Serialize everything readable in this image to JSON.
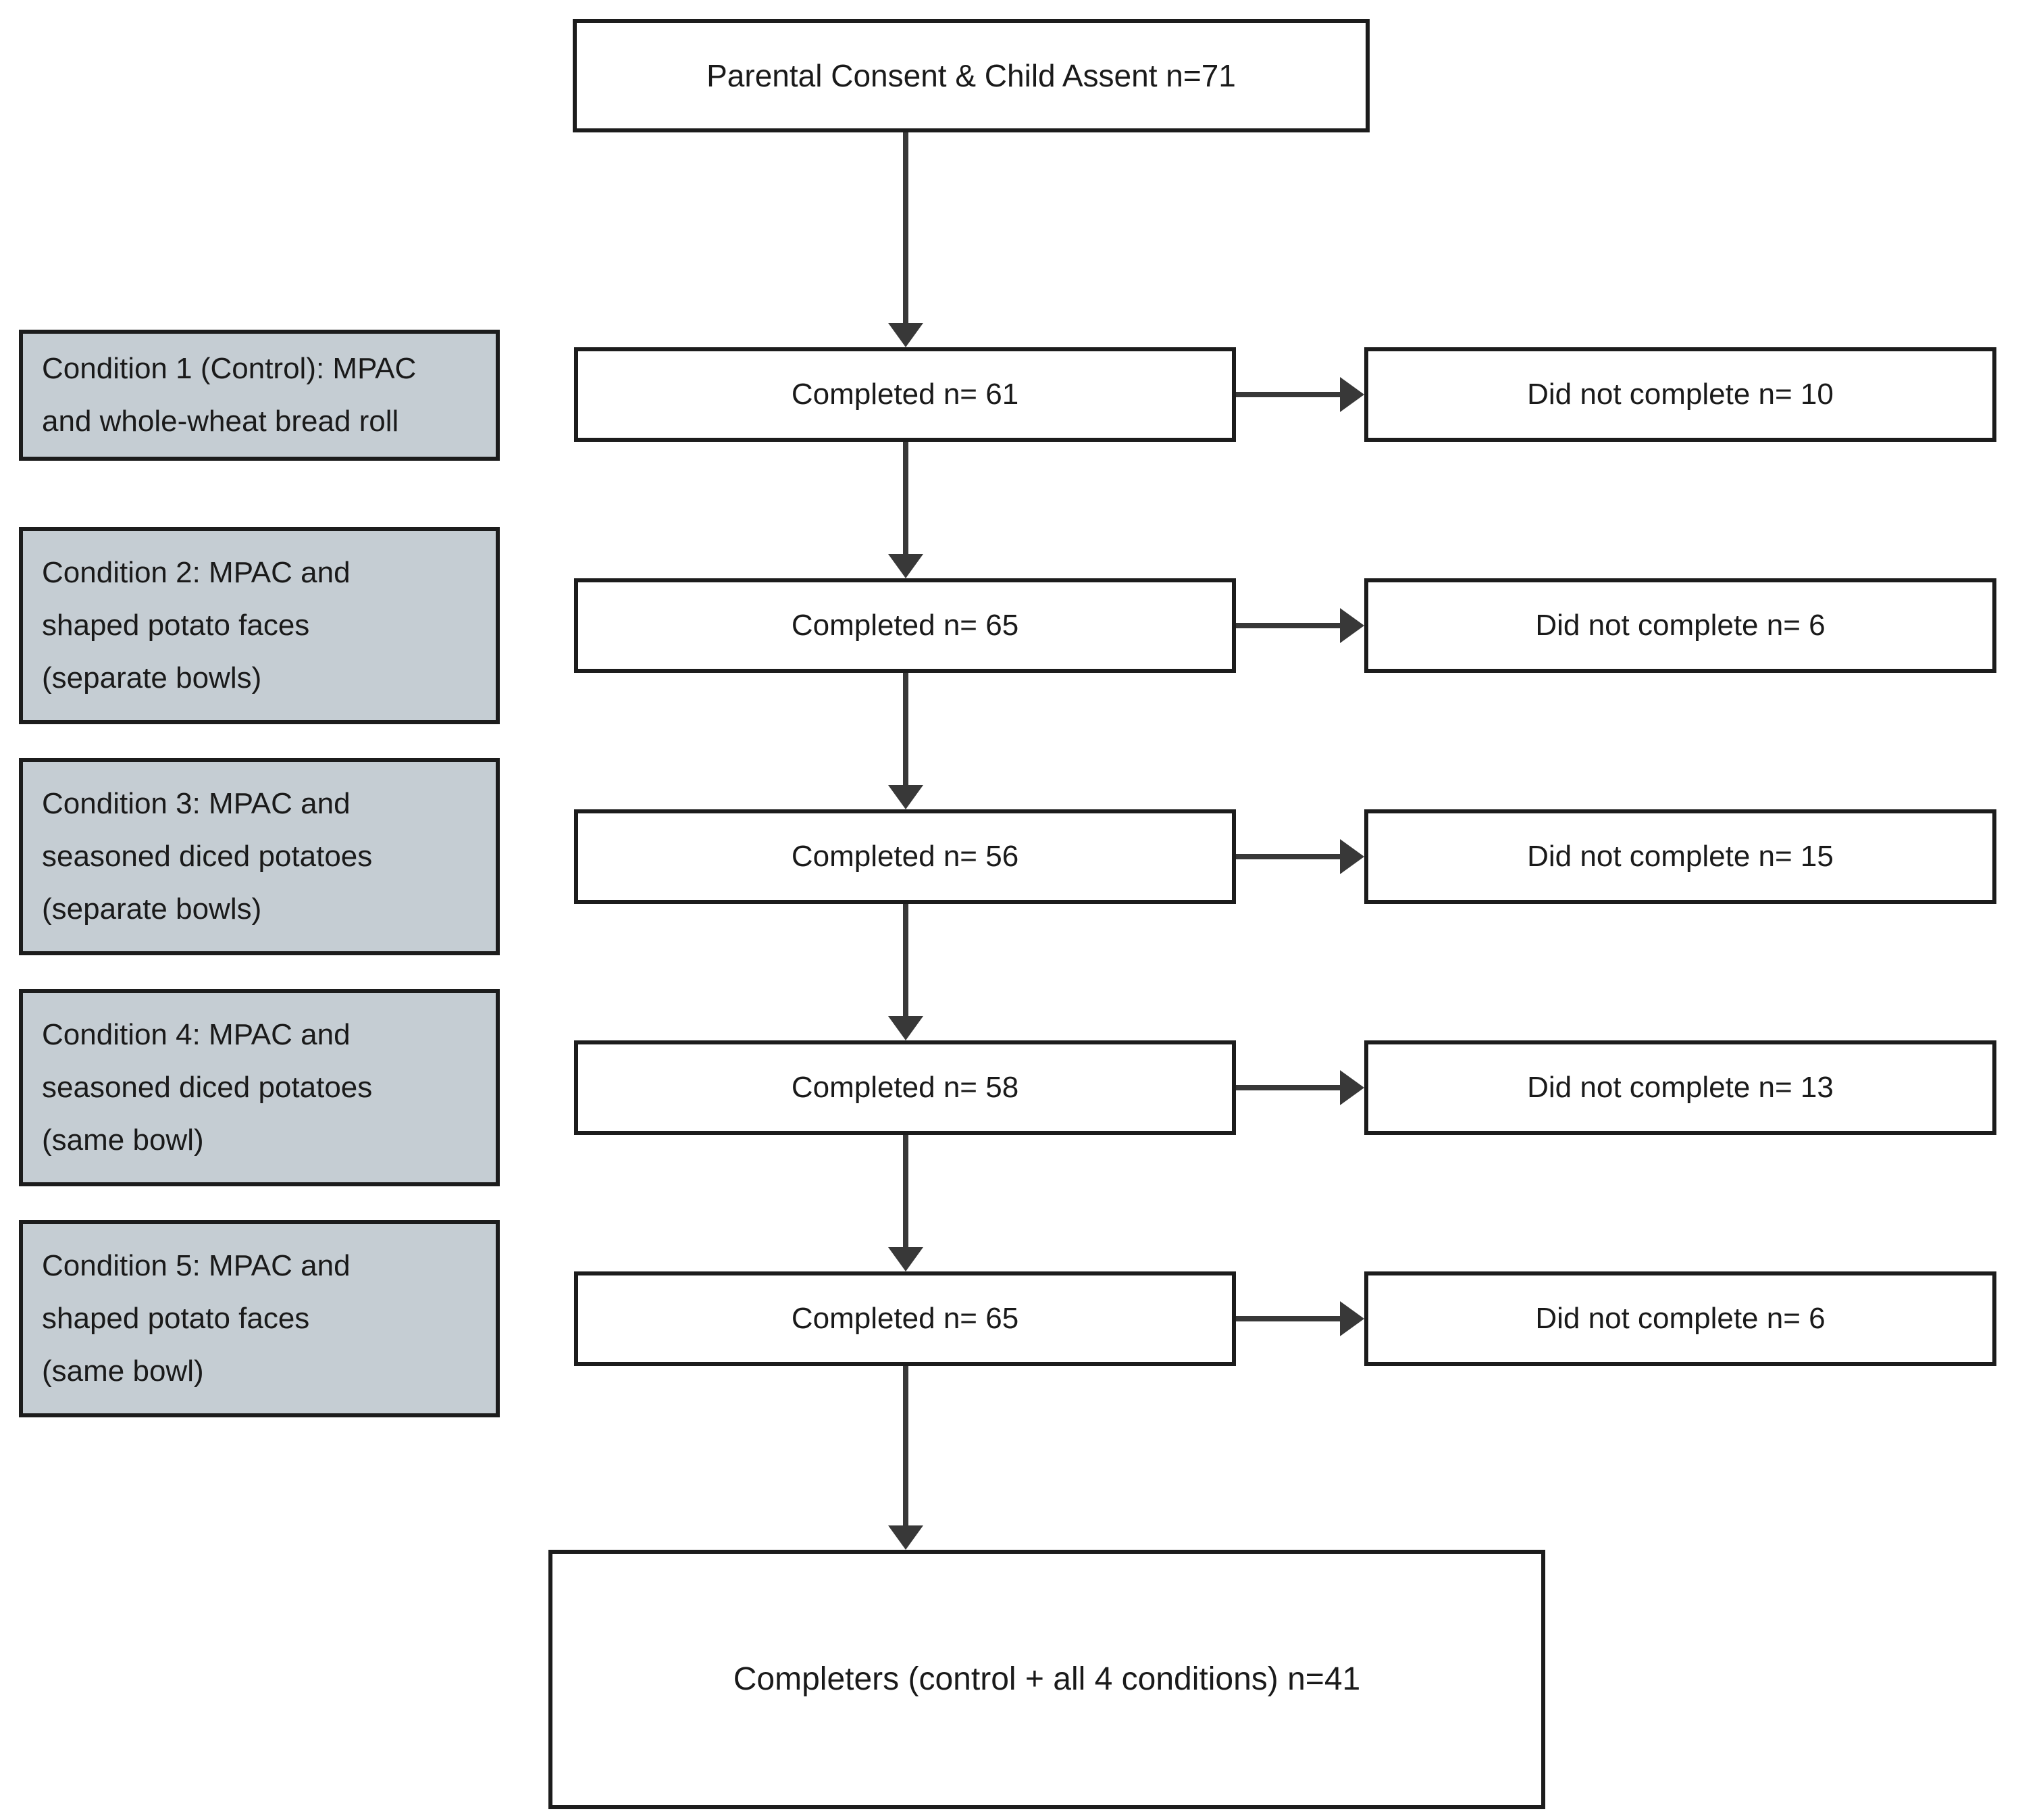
{
  "diagram_type": "participant-flow",
  "colors": {
    "background": "#ffffff",
    "box_border": "#1c1c1c",
    "condition_fill": "#c5cdd3",
    "arrow": "#383838",
    "text": "#1a1a1a"
  },
  "top_box": {
    "label": "Parental Consent & Child Assent  n=71"
  },
  "rows": [
    {
      "condition": "Condition 1 (Control): MPAC\nand whole-wheat bread roll",
      "completed": "Completed n= 61",
      "did_not_complete": "Did not complete n= 10"
    },
    {
      "condition": "Condition 2: MPAC and\nshaped potato faces\n(separate bowls)",
      "completed": "Completed n= 65",
      "did_not_complete": "Did not complete n= 6"
    },
    {
      "condition": "Condition 3: MPAC and\nseasoned diced potatoes\n(separate bowls)",
      "completed": "Completed n= 56",
      "did_not_complete": "Did not complete n= 15"
    },
    {
      "condition": "Condition 4: MPAC and\nseasoned diced potatoes\n(same bowl)",
      "completed": "Completed n= 58",
      "did_not_complete": "Did not complete n= 13"
    },
    {
      "condition": "Condition 5: MPAC and\nshaped potato faces\n(same bowl)",
      "completed": "Completed n= 65",
      "did_not_complete": "Did not complete n= 6"
    }
  ],
  "bottom_box": {
    "label": "Completers (control + all 4 conditions)  n=41"
  }
}
